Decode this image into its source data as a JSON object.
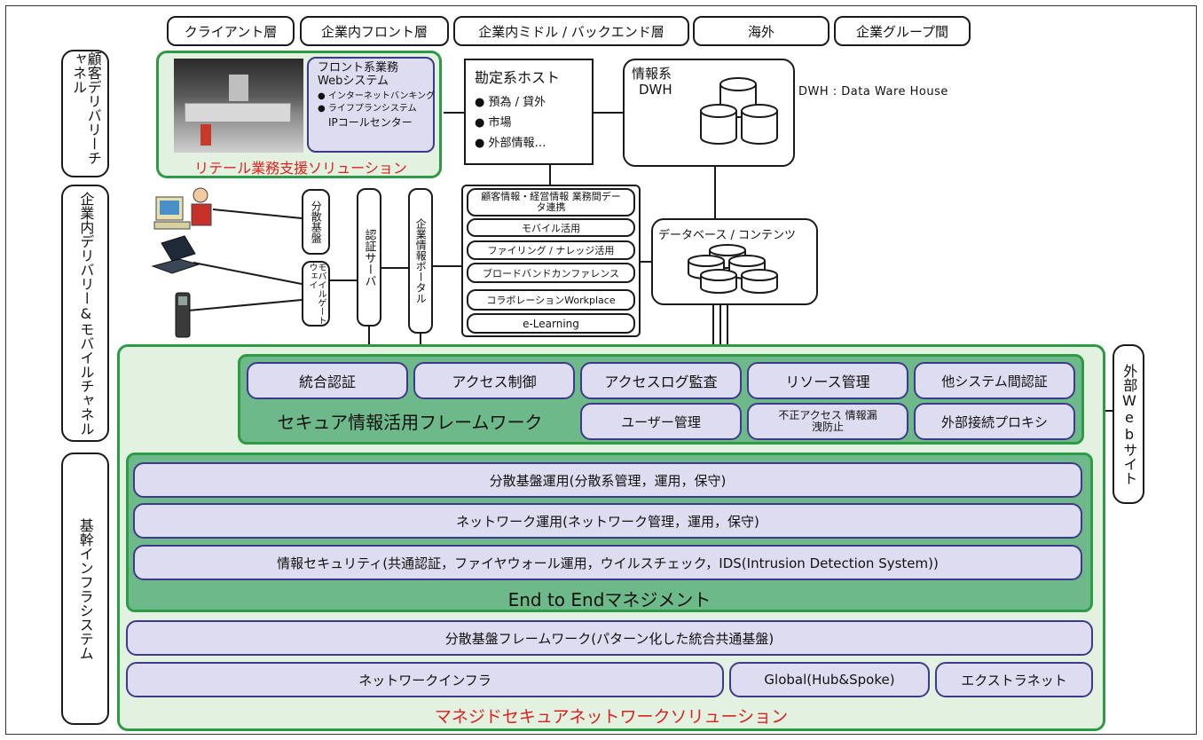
{
  "colors": {
    "accent_red": "#e0201c",
    "green_border": "#2f9a45",
    "light_green": "#e3f1e1",
    "mid_green": "#6db98a",
    "lavender": "#dedcf0",
    "purple_border": "#3d3a8c"
  },
  "layers": [
    "クライアント層",
    "企業内フロント層",
    "企業内ミドル / バックエンド層",
    "海外",
    "企業グループ間"
  ],
  "left_labels": {
    "customer_channel": "顧客デリバリーチャネル",
    "internal_channel": "企業内デリバリー&モバイルチャネル",
    "backbone": "基幹インフラシステム"
  },
  "right_label": "外部Webサイト",
  "retail": {
    "front_lines": [
      "フロント系業務",
      "Webシステム"
    ],
    "bullets": [
      "● インターネットバンキング",
      "● ライフプランシステム"
    ],
    "ip_call": "IPコールセンター",
    "solution_title": "リテール業務支援ソリューション"
  },
  "host": {
    "title": "勘定系ホスト",
    "items": [
      "● 預為 / 貸外",
      "● 市場",
      "● 外部情報…"
    ]
  },
  "dwh": {
    "title_lines": [
      "情報系",
      "DWH"
    ],
    "note": "DWH : Data Ware House"
  },
  "middle": {
    "bunsan": "分散基盤",
    "mobile_gw": "モバイルゲートウェイ",
    "auth_server": "認証サーバ",
    "portal": "企業情報ポータル",
    "apps": [
      "顧客情報・経営情報 業務間データ連携",
      "モバイル活用",
      "ファイリング / ナレッジ活用",
      "ブロードバンドカンファレンス",
      "コラボレーションWorkplace",
      "e-Learning"
    ],
    "database": "データベース / コンテンツ"
  },
  "security": {
    "title": "セキュア情報活用フレームワーク",
    "items": [
      "統合認証",
      "アクセス制御",
      "アクセスログ監査",
      "リソース管理",
      "他システム間認証",
      "ユーザー管理",
      "不正アクセス 情報漏洩防止",
      "外部接続プロキシ"
    ]
  },
  "e2e": {
    "title": "End to Endマネジメント",
    "rows": [
      "分散基盤運用(分散系管理，運用，保守)",
      "ネットワーク運用(ネットワーク管理，運用，保守)",
      "情報セキュリティ(共通認証，ファイヤウォール運用，ウイルスチェック，IDS(Intrusion Detection System))"
    ]
  },
  "infra": {
    "framework": "分散基盤フレームワーク(パターン化した統合共通基盤)",
    "network": "ネットワークインフラ",
    "global": "Global(Hub&Spoke)",
    "extranet": "エクストラネット",
    "solution_title": "マネジドセキュアネットワークソリューション"
  }
}
